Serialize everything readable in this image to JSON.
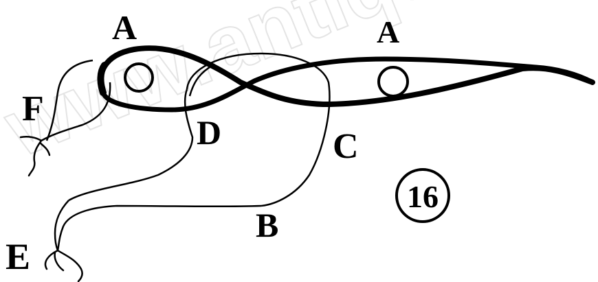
{
  "figure": {
    "number": "16",
    "labels": {
      "A_left": "A",
      "A_right": "A",
      "F": "F",
      "D": "D",
      "C": "C",
      "B": "B",
      "E": "E"
    },
    "watermark": "www.antique"
  },
  "colors": {
    "ink": "#000000",
    "paper": "#ffffff",
    "watermark": "#cfcfcf"
  }
}
